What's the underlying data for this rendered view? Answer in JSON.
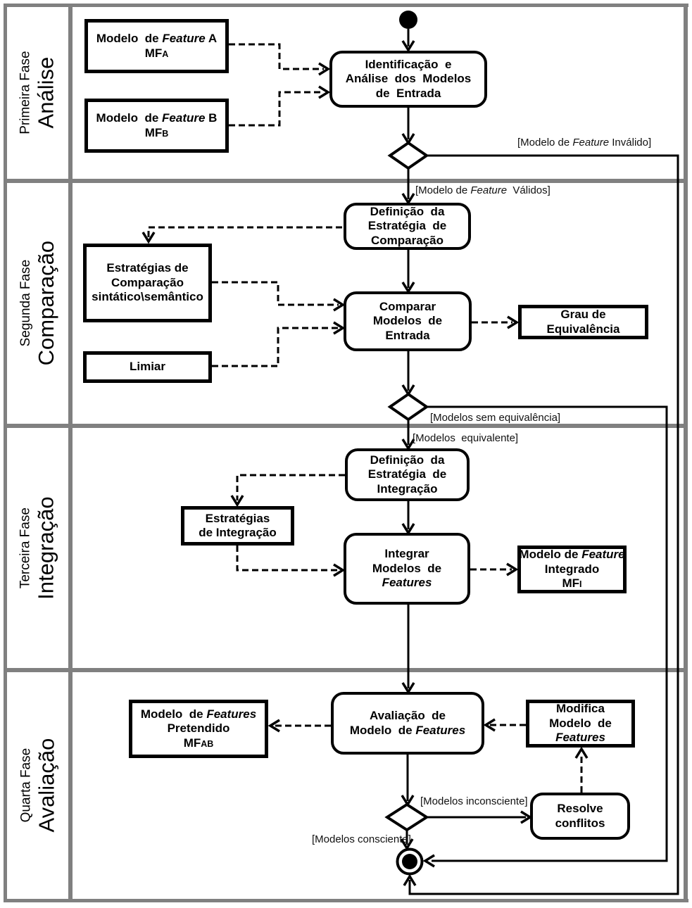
{
  "lanes": [
    {
      "phase": "Primeira Fase",
      "name": "Análise"
    },
    {
      "phase": "Segunda Fase",
      "name": "Comparação"
    },
    {
      "phase": "Terceira Fase",
      "name": "Integração"
    },
    {
      "phase": "Quarta Fase",
      "name": "Avaliação"
    }
  ],
  "nodes": {
    "mfa": {
      "l1a": "Modelo  de ",
      "l1b": "Feature",
      "l1c": " A",
      "l2": "MF",
      "l2sub": "A"
    },
    "mfb": {
      "l1a": "Modelo  de ",
      "l1b": "Feature",
      "l1c": " B",
      "l2": "MF",
      "l2sub": "B"
    },
    "identificacao": {
      "l1": "Identificação  e",
      "l2": "Análise  dos  Modelos",
      "l3": "de  Entrada"
    },
    "def_comp": {
      "l1": "Definição  da",
      "l2": "Estratégia  de",
      "l3": "Comparação"
    },
    "estrategias_comp": {
      "l1": "Estratégias de",
      "l2": "Comparação",
      "l3": "sintático\\semântico"
    },
    "limiar": {
      "l1": "Limiar"
    },
    "comparar": {
      "l1": "Comparar",
      "l2": "Modelos  de",
      "l3": "Entrada"
    },
    "grau": {
      "l1": "Grau de",
      "l2": "Equivalência"
    },
    "def_integ": {
      "l1": "Definição  da",
      "l2": "Estratégia  de",
      "l3": "Integração"
    },
    "estrategias_integ": {
      "l1": "Estratégias",
      "l2": "de Integração"
    },
    "integrar": {
      "l1": "Integrar",
      "l2": "Modelos  de",
      "l3i": "Features"
    },
    "mfi": {
      "l1a": "Modelo de ",
      "l1b": "Feature",
      "l2": "Integrado",
      "l3": "MF",
      "l3sub": "I"
    },
    "avaliacao": {
      "l1": "Avaliação  de",
      "l2a": "Modelo  de ",
      "l2b": "Features"
    },
    "pretendido": {
      "l1a": "Modelo  de ",
      "l1b": "Features",
      "l2": "Pretendido",
      "l3": "MF",
      "l3sub": "AB"
    },
    "modifica": {
      "l1": "Modifica",
      "l2": "Modelo  de",
      "l3i": "Features"
    },
    "resolve": {
      "l1": "Resolve",
      "l2": "conflitos"
    }
  },
  "labels": {
    "invalido": {
      "a": "[Modelo de ",
      "b": "Feature",
      "c": " Inválido]"
    },
    "validos": {
      "a": "[Modelo de ",
      "b": "Feature",
      "c": "  Válidos]"
    },
    "sem_equivalencia": "[Modelos sem equivalência]",
    "equivalente": "[Modelos  equivalente]",
    "inconsciente": "[Modelos inconsciente]",
    "consciente": "[Modelos consciente]"
  },
  "colors": {
    "line": "#000000",
    "frame": "#808080",
    "background": "#ffffff"
  }
}
